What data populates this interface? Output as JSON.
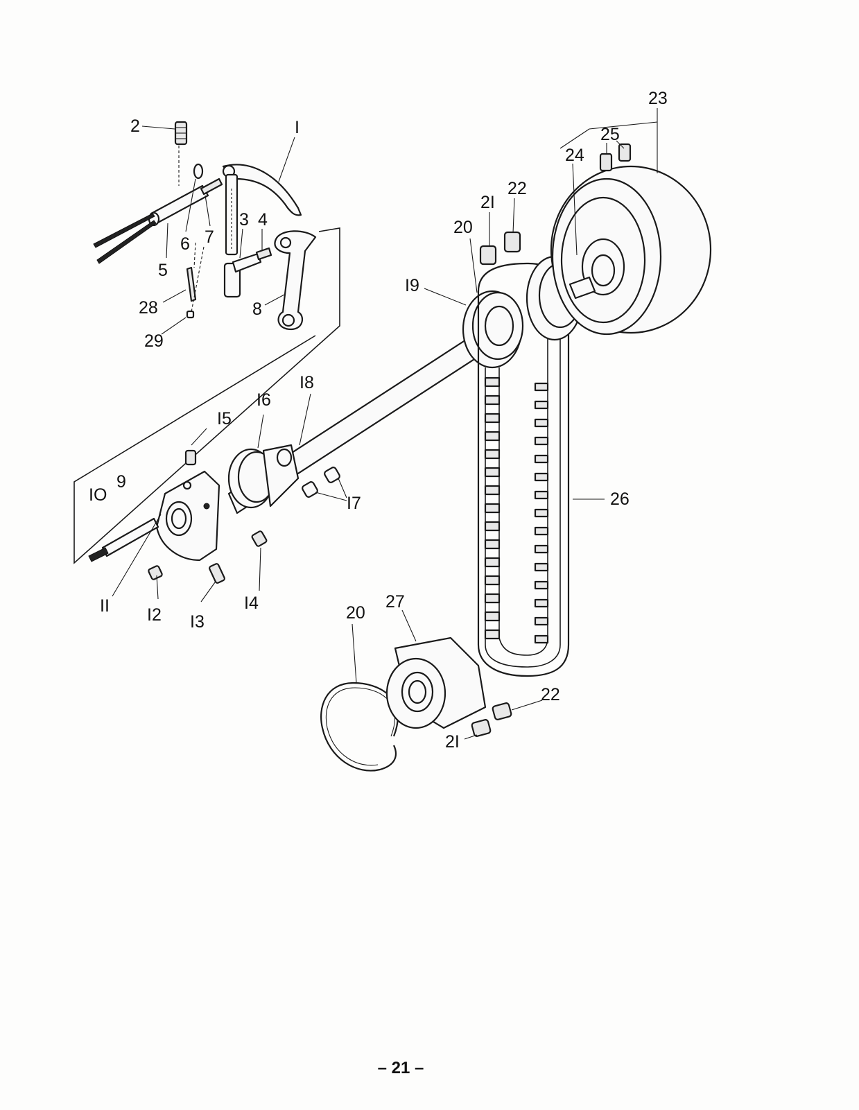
{
  "callouts": {
    "c1": "I",
    "c2": "2",
    "c3": "3",
    "c4": "4",
    "c5": "5",
    "c6": "6",
    "c7": "7",
    "c8": "8",
    "c9": "9",
    "c10": "IO",
    "c11": "II",
    "c12": "I2",
    "c13": "I3",
    "c14": "I4",
    "c15": "I5",
    "c16": "I6",
    "c17": "I7",
    "c18": "I8",
    "c19": "I9",
    "c20a": "20",
    "c20b": "20",
    "c21a": "2I",
    "c21b": "2I",
    "c22a": "22",
    "c22b": "22",
    "c23": "23",
    "c24": "24",
    "c25": "25",
    "c26": "26",
    "c27": "27",
    "c28": "28",
    "c29": "29"
  },
  "page_number": "– 21 –"
}
